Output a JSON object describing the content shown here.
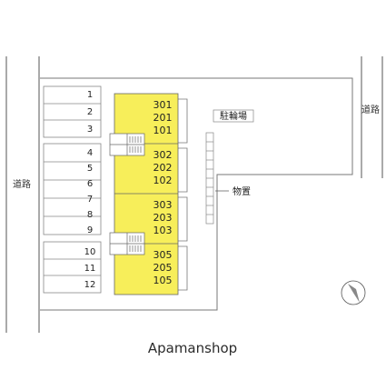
{
  "roads": {
    "left_label": "道路",
    "right_label": "道路"
  },
  "parking": {
    "spaces": [
      "1",
      "2",
      "3",
      "4",
      "5",
      "6",
      "7",
      "8",
      "9",
      "10",
      "11",
      "12"
    ]
  },
  "building": {
    "color": "#f7ee5a",
    "units": [
      [
        "301",
        "201",
        "101"
      ],
      [
        "302",
        "202",
        "102"
      ],
      [
        "303",
        "203",
        "103"
      ],
      [
        "305",
        "205",
        "105"
      ]
    ]
  },
  "bicycle_parking_label": "駐輪場",
  "storage_label": "物置",
  "compass": "north-arrow",
  "watermark": "Apamanshop"
}
